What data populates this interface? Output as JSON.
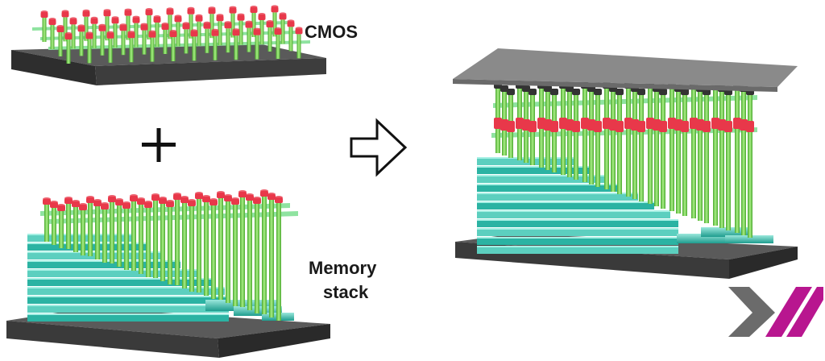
{
  "labels": {
    "cmos": "CMOS",
    "memory_line1": "Memory",
    "memory_line2": "stack"
  },
  "colors": {
    "substrate_dark": "#3d3d3d",
    "substrate_top": "#5a5a5a",
    "layer_teal": "#2bb3a3",
    "layer_light": "#8fe3d6",
    "pillar_green": "#7ed957",
    "pillar_dark": "#4aa82e",
    "pad_red": "#e8384a",
    "pad_dark": "#333333",
    "cover_gray": "#8a8a8a",
    "logo_gray": "#6b6b6b",
    "logo_magenta": "#b8168f"
  },
  "icons": {
    "plus": "plus-icon",
    "arrow": "arrow-right-icon",
    "logo": "brand-logo-icon"
  }
}
